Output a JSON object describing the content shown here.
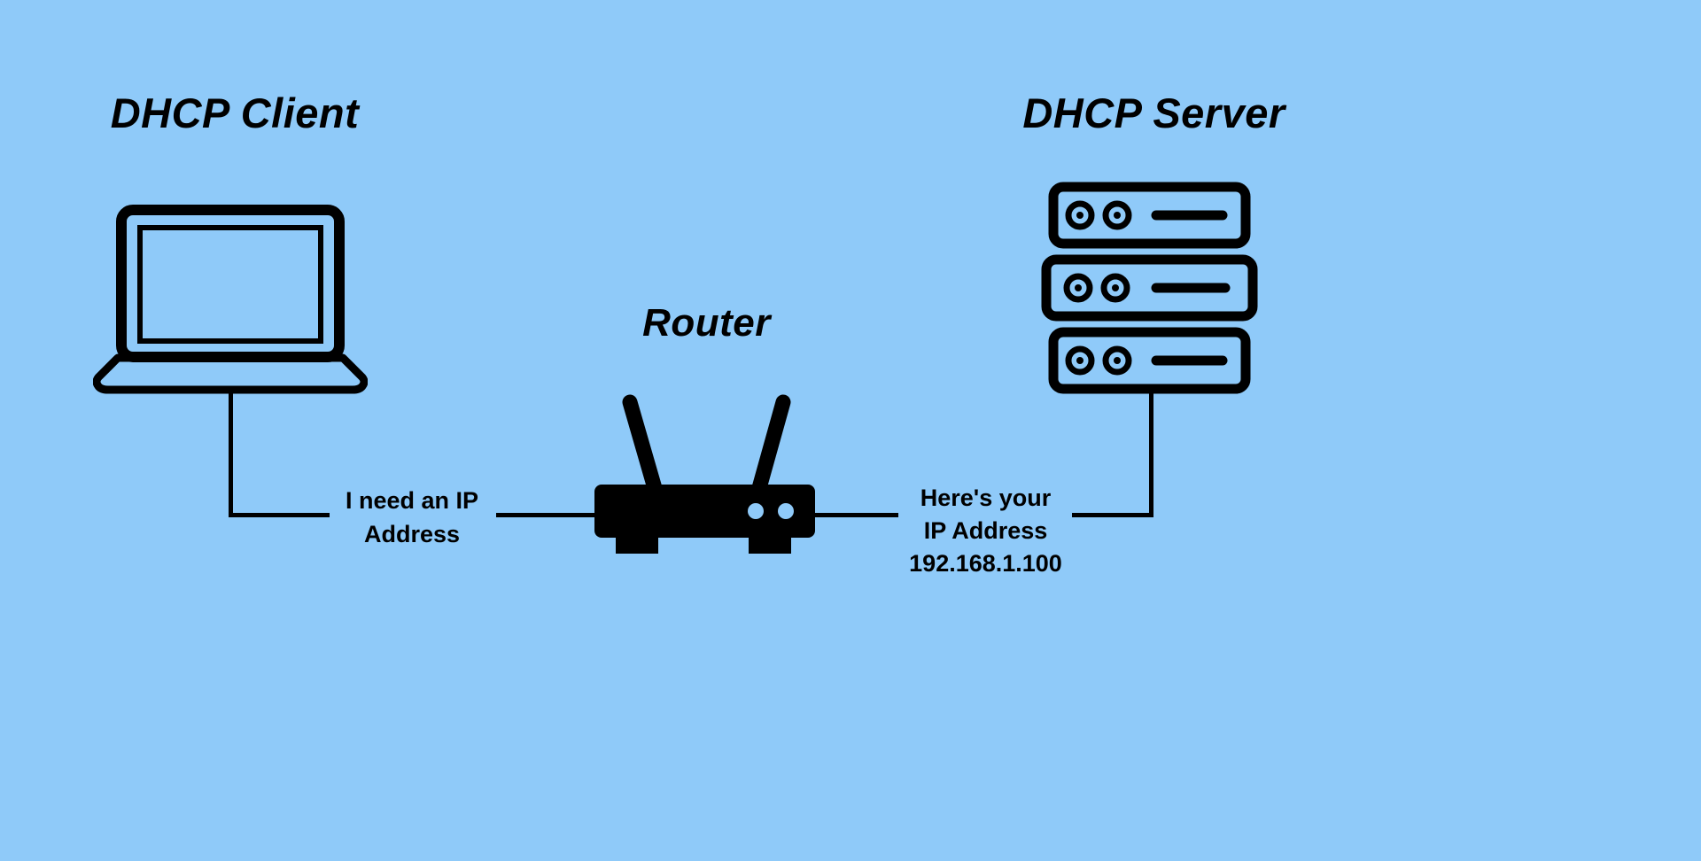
{
  "diagram": {
    "title_client": "DHCP Client",
    "title_server": "DHCP Server",
    "title_router": "Router",
    "request": {
      "line1": "I need an IP",
      "line2": "Address"
    },
    "response": {
      "line1": "Here's your",
      "line2": "IP Address",
      "line3": "192.168.1.100"
    },
    "icons": [
      "laptop-icon",
      "router-icon",
      "server-icon"
    ],
    "colors": {
      "background": "#8FCAF9",
      "foreground": "#000000"
    }
  }
}
